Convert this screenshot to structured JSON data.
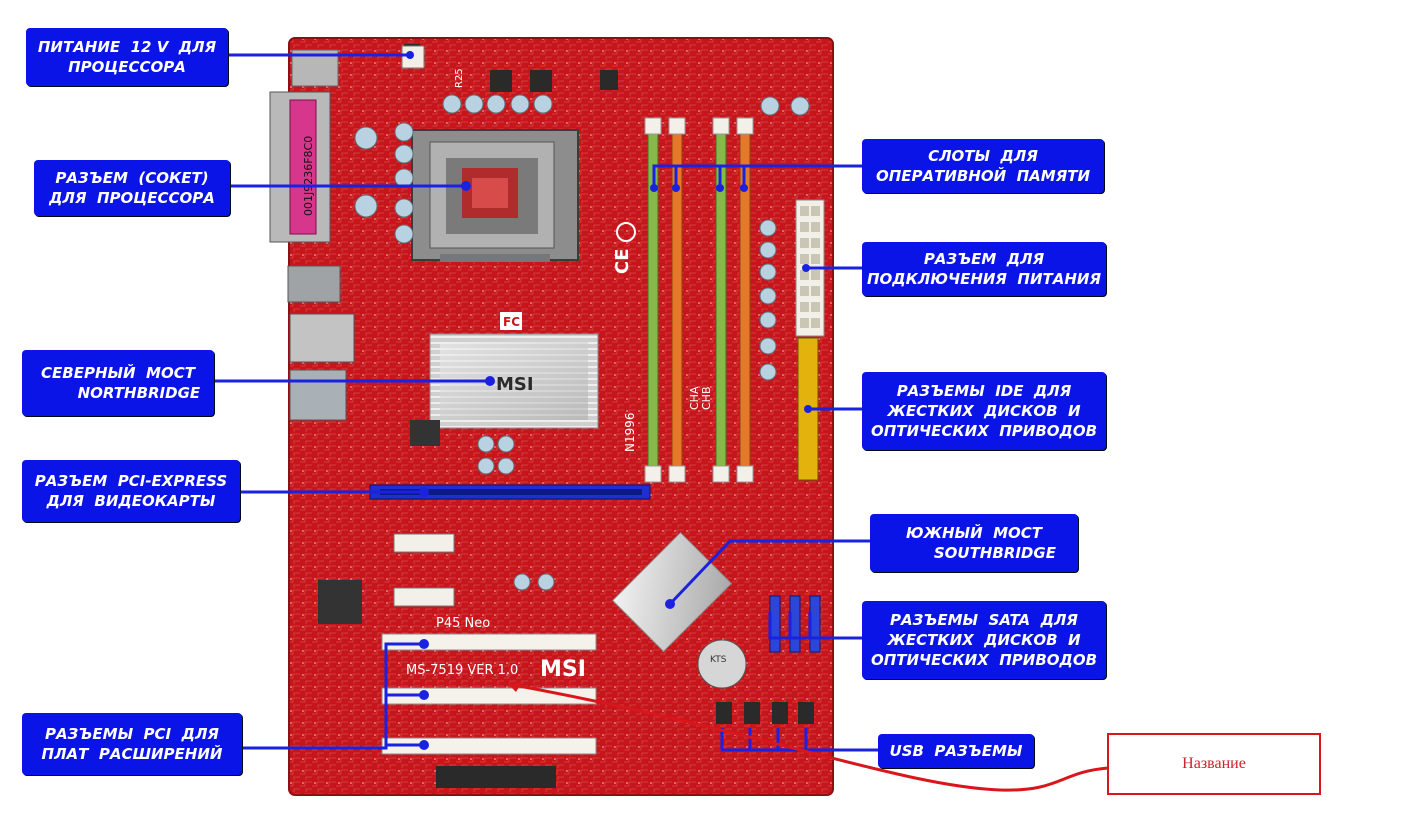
{
  "labels": {
    "cpu_power": [
      "ПИТАНИЕ  12 V  ДЛЯ",
      "ПРОЦЕССОРА"
    ],
    "cpu_socket": [
      "РАЗЪЕМ  (СОКЕТ)",
      "ДЛЯ  ПРОЦЕССОРА"
    ],
    "northbridge": [
      "СЕВЕРНЫЙ  МОСТ",
      "        NORTHBRIDGE"
    ],
    "pci_express": [
      "РАЗЪЕМ  PCI-EXPRESS",
      "ДЛЯ  ВИДЕОКАРТЫ"
    ],
    "pci_slots": [
      "РАЗЪЕМЫ  PCI  ДЛЯ",
      "ПЛАТ  РАСШИРЕНИЙ"
    ],
    "ram_slots": [
      "СЛОТЫ  ДЛЯ",
      "ОПЕРАТИВНОЙ  ПАМЯТИ"
    ],
    "power_connector": [
      "РАЗЪЕМ  ДЛЯ",
      "ПОДКЛЮЧЕНИЯ  ПИТАНИЯ"
    ],
    "ide": [
      "РАЗЪЕМЫ  IDE  ДЛЯ",
      "ЖЕСТКИХ  ДИСКОВ  И",
      "ОПТИЧЕСКИХ  ПРИВОДОВ"
    ],
    "southbridge": [
      "ЮЖНЫЙ  МОСТ",
      "        SOUTHBRIDGE"
    ],
    "sata": [
      "РАЗЪЕМЫ  SATA  ДЛЯ",
      "ЖЕСТКИХ  ДИСКОВ  И",
      "ОПТИЧЕСКИХ  ПРИВОДОВ"
    ],
    "usb": [
      "USB  РАЗЪЕМЫ"
    ]
  },
  "annotation": {
    "text": "Название"
  },
  "board_print": {
    "model": "MS-7519  VER  1.0",
    "brand": "MSI",
    "series": "P45  Neo",
    "chip_brand": "MSI",
    "code": "N1996",
    "serial": "001J9236F8C0",
    "cha": "CHA",
    "chb": "CHB",
    "r25": "R25",
    "kts": "KTS",
    "fc": "FC",
    "ce": "CE"
  },
  "colors": {
    "label_bg": "#0a14e6",
    "pointer": "#1a22e0",
    "annotation": "#d8161c",
    "board": "#c8171d"
  }
}
